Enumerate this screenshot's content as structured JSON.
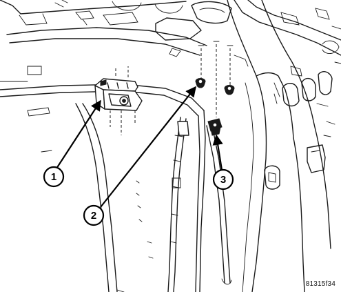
{
  "callouts": [
    {
      "label": "1"
    },
    {
      "label": "2"
    },
    {
      "label": "3"
    }
  ],
  "figure_id": "81315f34",
  "colors": {
    "ink": "#1a1a1a",
    "background": "#ffffff"
  }
}
